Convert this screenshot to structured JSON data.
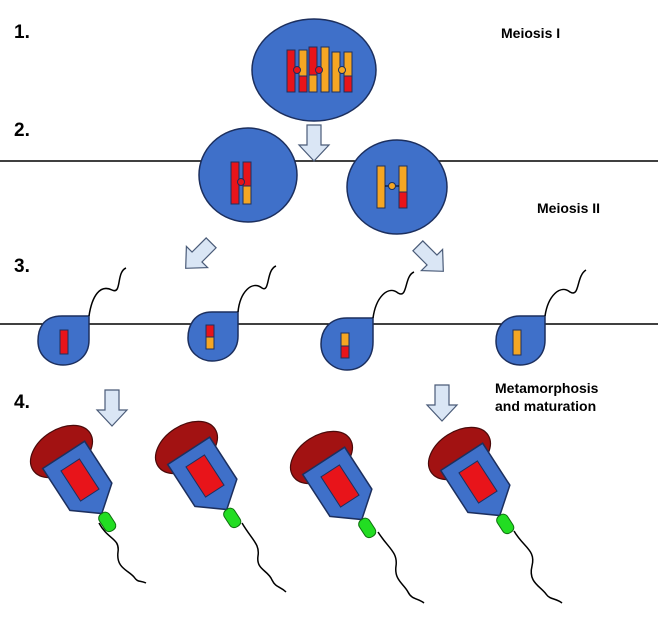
{
  "steps": [
    "1.",
    "2.",
    "3.",
    "4."
  ],
  "phases": {
    "meiosis_1": "Meiosis I",
    "meiosis_2": "Meiosis II",
    "metamorphosis_line1": "Metamorphosis",
    "metamorphosis_line2": "and maturation"
  },
  "colors": {
    "cell_fill": "#3f70c9",
    "cell_stroke": "#1c2f5e",
    "chromosome_red": "#e8141a",
    "chromosome_orange": "#f5a623",
    "acrosome": "#a21212",
    "midpiece": "#22dd22",
    "arrow_fill": "#dae6f5",
    "arrow_stroke": "#4a5b78"
  }
}
